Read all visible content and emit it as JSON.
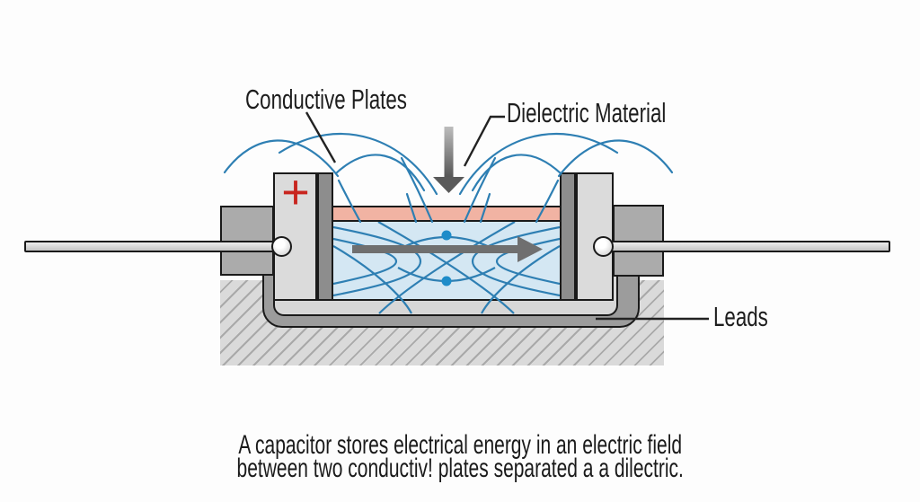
{
  "labels": {
    "conductive_plates": "Conductive Plates",
    "dielectric_material": "Dielectric Material",
    "leads": "Leads"
  },
  "symbols": {
    "positive_terminal": "+"
  },
  "caption": {
    "line1": "A capacitor stores electrical energy in an electric field",
    "line2": "between two conductiv! plates separated a a dilectric."
  },
  "colors": {
    "dielectric_pink": "#f1b3a3",
    "electrolyte_blue": "#d4e7f3",
    "field_line_blue": "#2e7fb3",
    "field_dot_blue": "#1e8cc9",
    "arrow_gray": "#6f6f6f",
    "metal_light": "#dbdbdb",
    "metal_medium": "#ababab",
    "plate_dark": "#8d8d8d",
    "terminal_red": "#c8251f",
    "text_dark": "#1d1d1d"
  }
}
